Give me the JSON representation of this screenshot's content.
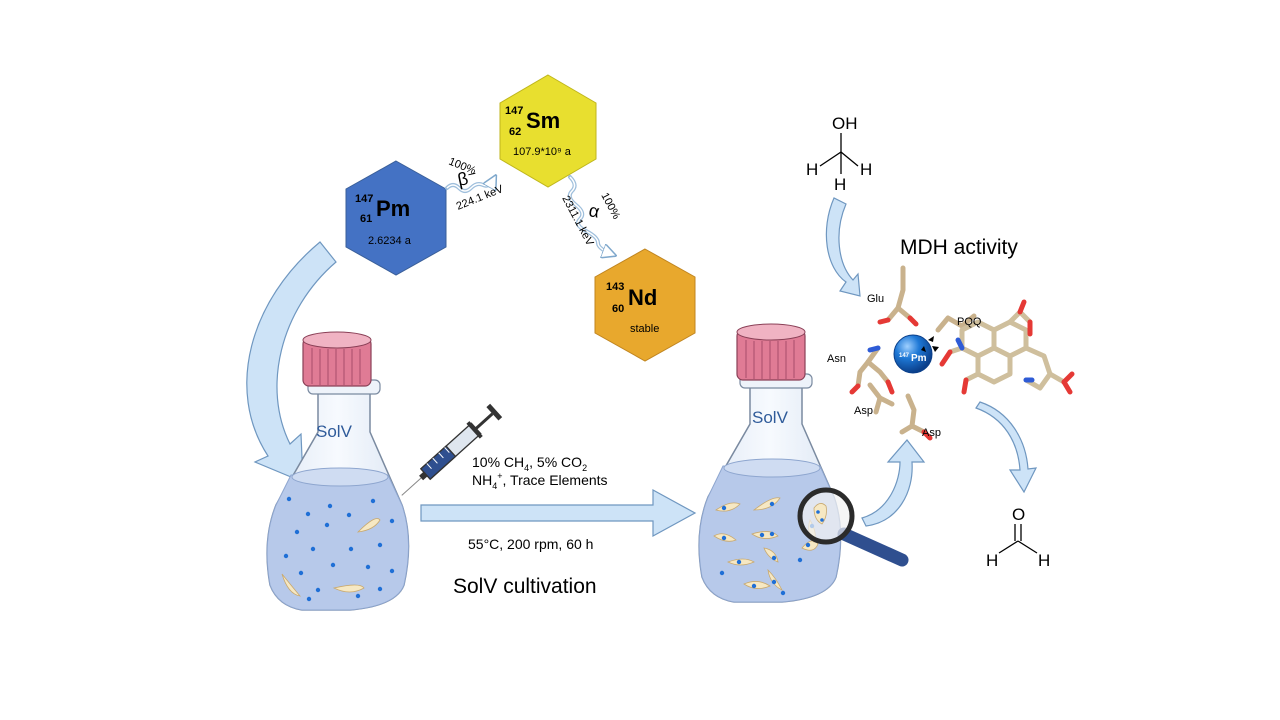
{
  "colors": {
    "pm": "#4472c4",
    "sm": "#e8df2f",
    "nd": "#e8a82d",
    "arrow_fill": "#cde3f7",
    "arrow_stroke": "#7fa8cc",
    "cap": "#e07b95",
    "liquid": "#b7c9ea",
    "glass": "#eef3fa",
    "cell": "#f6e8c3",
    "dot": "#1f6fd6",
    "pm_ion": "#1565c0"
  },
  "isotopes": {
    "pm": {
      "mass": "147",
      "z": "61",
      "symbol": "Pm",
      "halflife": "2.6234 a"
    },
    "sm": {
      "mass": "147",
      "z": "62",
      "symbol": "Sm",
      "halflife": "107.9*10⁹ a"
    },
    "nd": {
      "mass": "143",
      "z": "60",
      "symbol": "Nd",
      "halflife": "stable"
    }
  },
  "decays": {
    "beta": {
      "percent": "100%",
      "symbol": "β⁻",
      "energy": "224.1 keV"
    },
    "alpha": {
      "percent": "100%",
      "symbol": "α",
      "energy": "2311.1 keV"
    }
  },
  "flask_left_label": "SolV",
  "flask_right_label": "SolV",
  "feed": {
    "gas_line_parts": [
      "10% CH",
      "4",
      ", 5% CO",
      "2"
    ],
    "nutrient_line_parts": [
      "NH",
      "4",
      "+",
      ", Trace Elements"
    ],
    "conditions": "55°C, 200 rpm, 60 h"
  },
  "cultivation_title": "SolV cultivation",
  "mdh": {
    "title": "MDH activity",
    "methanol": {
      "oh": "OH",
      "h_left": "H",
      "h_right": "H",
      "h_bottom": "H"
    },
    "formaldehyde": {
      "o": "O",
      "h_left": "H",
      "h_right": "H"
    },
    "residues": [
      "Glu",
      "Asn",
      "Asp",
      "Asp"
    ],
    "pqq": "PQQ",
    "ion_mass": "147",
    "ion_symbol": "Pm"
  }
}
